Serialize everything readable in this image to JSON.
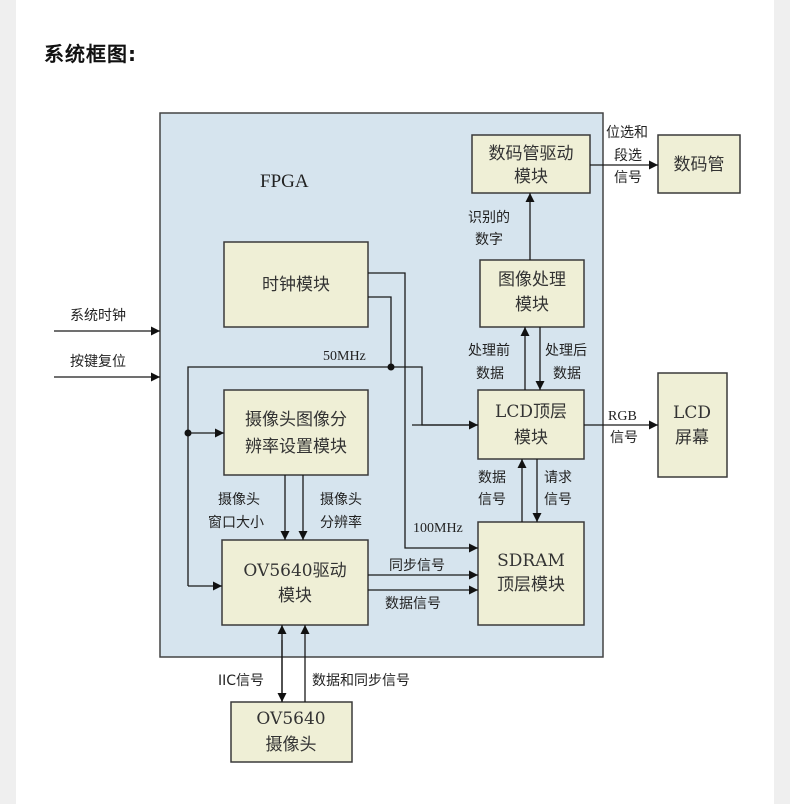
{
  "heading": "系统框图:",
  "fpga_label": "FPGA",
  "blocks": {
    "seg_driver": [
      "数码管驱动",
      "模块"
    ],
    "seg_display": [
      "数码管"
    ],
    "clock": [
      "时钟模块"
    ],
    "img_proc": [
      "图像处理",
      "模块"
    ],
    "cam_res_cfg": [
      "摄像头图像分",
      "辨率设置模块"
    ],
    "lcd_top": [
      "LCD顶层",
      "模块"
    ],
    "lcd_screen": [
      "LCD",
      "屏幕"
    ],
    "ov_driver": [
      "OV5640驱动",
      "模块"
    ],
    "sdram_top": [
      "SDRAM",
      "顶层模块"
    ],
    "camera": [
      "OV5640",
      "摄像头"
    ]
  },
  "signals": {
    "sys_clk": "系统时钟",
    "key_rst": "按键复位",
    "seg_sel": [
      "位选和",
      "段选",
      "信号"
    ],
    "recognized_digit": [
      "识别的",
      "数字"
    ],
    "pre_data": [
      "处理前",
      "数据"
    ],
    "post_data": [
      "处理后",
      "数据"
    ],
    "clk_50": "50MHz",
    "clk_100": "100MHz",
    "rgb": [
      "RGB",
      "信号"
    ],
    "data_sig": [
      "数据",
      "信号"
    ],
    "req_sig": [
      "请求",
      "信号"
    ],
    "cam_window": [
      "摄像头",
      "窗口大小"
    ],
    "cam_res": [
      "摄像头",
      "分辨率"
    ],
    "sync_sig": "同步信号",
    "data_sig2": "数据信号",
    "iic": "IIC信号",
    "data_sync": "数据和同步信号"
  }
}
